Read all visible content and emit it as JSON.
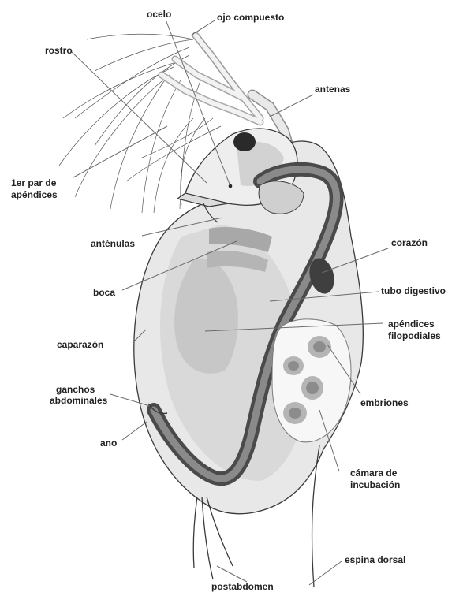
{
  "colors": {
    "background": "#ffffff",
    "label_text": "#222222",
    "leader_line": "#6a6a6a",
    "body_fill": "#e6e6e6",
    "gut_dark": "#555555",
    "heart": "#3f3f3f",
    "eye": "#2a2a2a"
  },
  "labels": {
    "ocelo": "ocelo",
    "ojo_compuesto": "ojo compuesto",
    "rostro": "rostro",
    "antenas": "antenas",
    "apendices_1_line1": "1er par de",
    "apendices_1_line2": "apéndices",
    "antenulas": "anténulas",
    "corazon": "corazón",
    "boca": "boca",
    "tubo_digestivo": "tubo digestivo",
    "apendices_filo_line1": "apéndices",
    "apendices_filo_line2": "filopodiales",
    "caparazon": "caparazón",
    "ganchos_line1": "ganchos",
    "ganchos_line2": "abdominales",
    "embriones": "embriones",
    "ano": "ano",
    "camara_line1": "cámara de",
    "camara_line2": "incubación",
    "espina_dorsal": "espina dorsal",
    "postabdomen": "postabdomen"
  }
}
